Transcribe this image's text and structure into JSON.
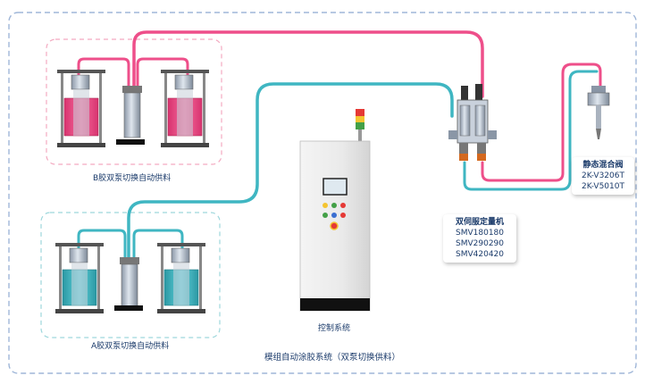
{
  "labels": {
    "b_group": "B胶双泵切换自动供料",
    "a_group": "A胶双泵切换自动供料",
    "control": "控制系统",
    "system_title": "模组自动涂胶系统（双泵切换供料）"
  },
  "servo_box": {
    "title": "双伺服定量机",
    "models": [
      "SMV180180",
      "SMV290290",
      "SMV420420"
    ]
  },
  "mixer_box": {
    "title": "静态混合阀",
    "models": [
      "2K-V3206T",
      "2K-V5010T"
    ]
  },
  "colors": {
    "b_fluid": "#ee4f8a",
    "a_fluid": "#3fb6c2",
    "frame_border": "#9fb6d8",
    "b_group_border": "#f3a9c0",
    "a_group_border": "#9ed7dc",
    "cabinet": "#eeeeee",
    "label_text": "#1a3a6a"
  }
}
